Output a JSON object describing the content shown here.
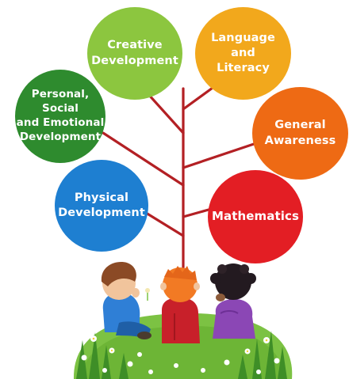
{
  "diagram": {
    "areas": [
      {
        "id": "creative",
        "label": "Creative\nDevelopment",
        "color": "#8CC63F"
      },
      {
        "id": "language",
        "label": "Language\nand\nLiteracy",
        "color": "#F2A81C"
      },
      {
        "id": "personal",
        "label": "Personal,\nSocial\nand Emotional\nDevelopment",
        "color": "#2E8B2E"
      },
      {
        "id": "general",
        "label": "General\nAwareness",
        "color": "#EE6A14"
      },
      {
        "id": "physical",
        "label": "Physical\nDevelopment",
        "color": "#1E7FD1"
      },
      {
        "id": "maths",
        "label": "Mathematics",
        "color": "#E31E24"
      }
    ],
    "branch_color": "#B32024",
    "grass_color": "#7CC243"
  }
}
